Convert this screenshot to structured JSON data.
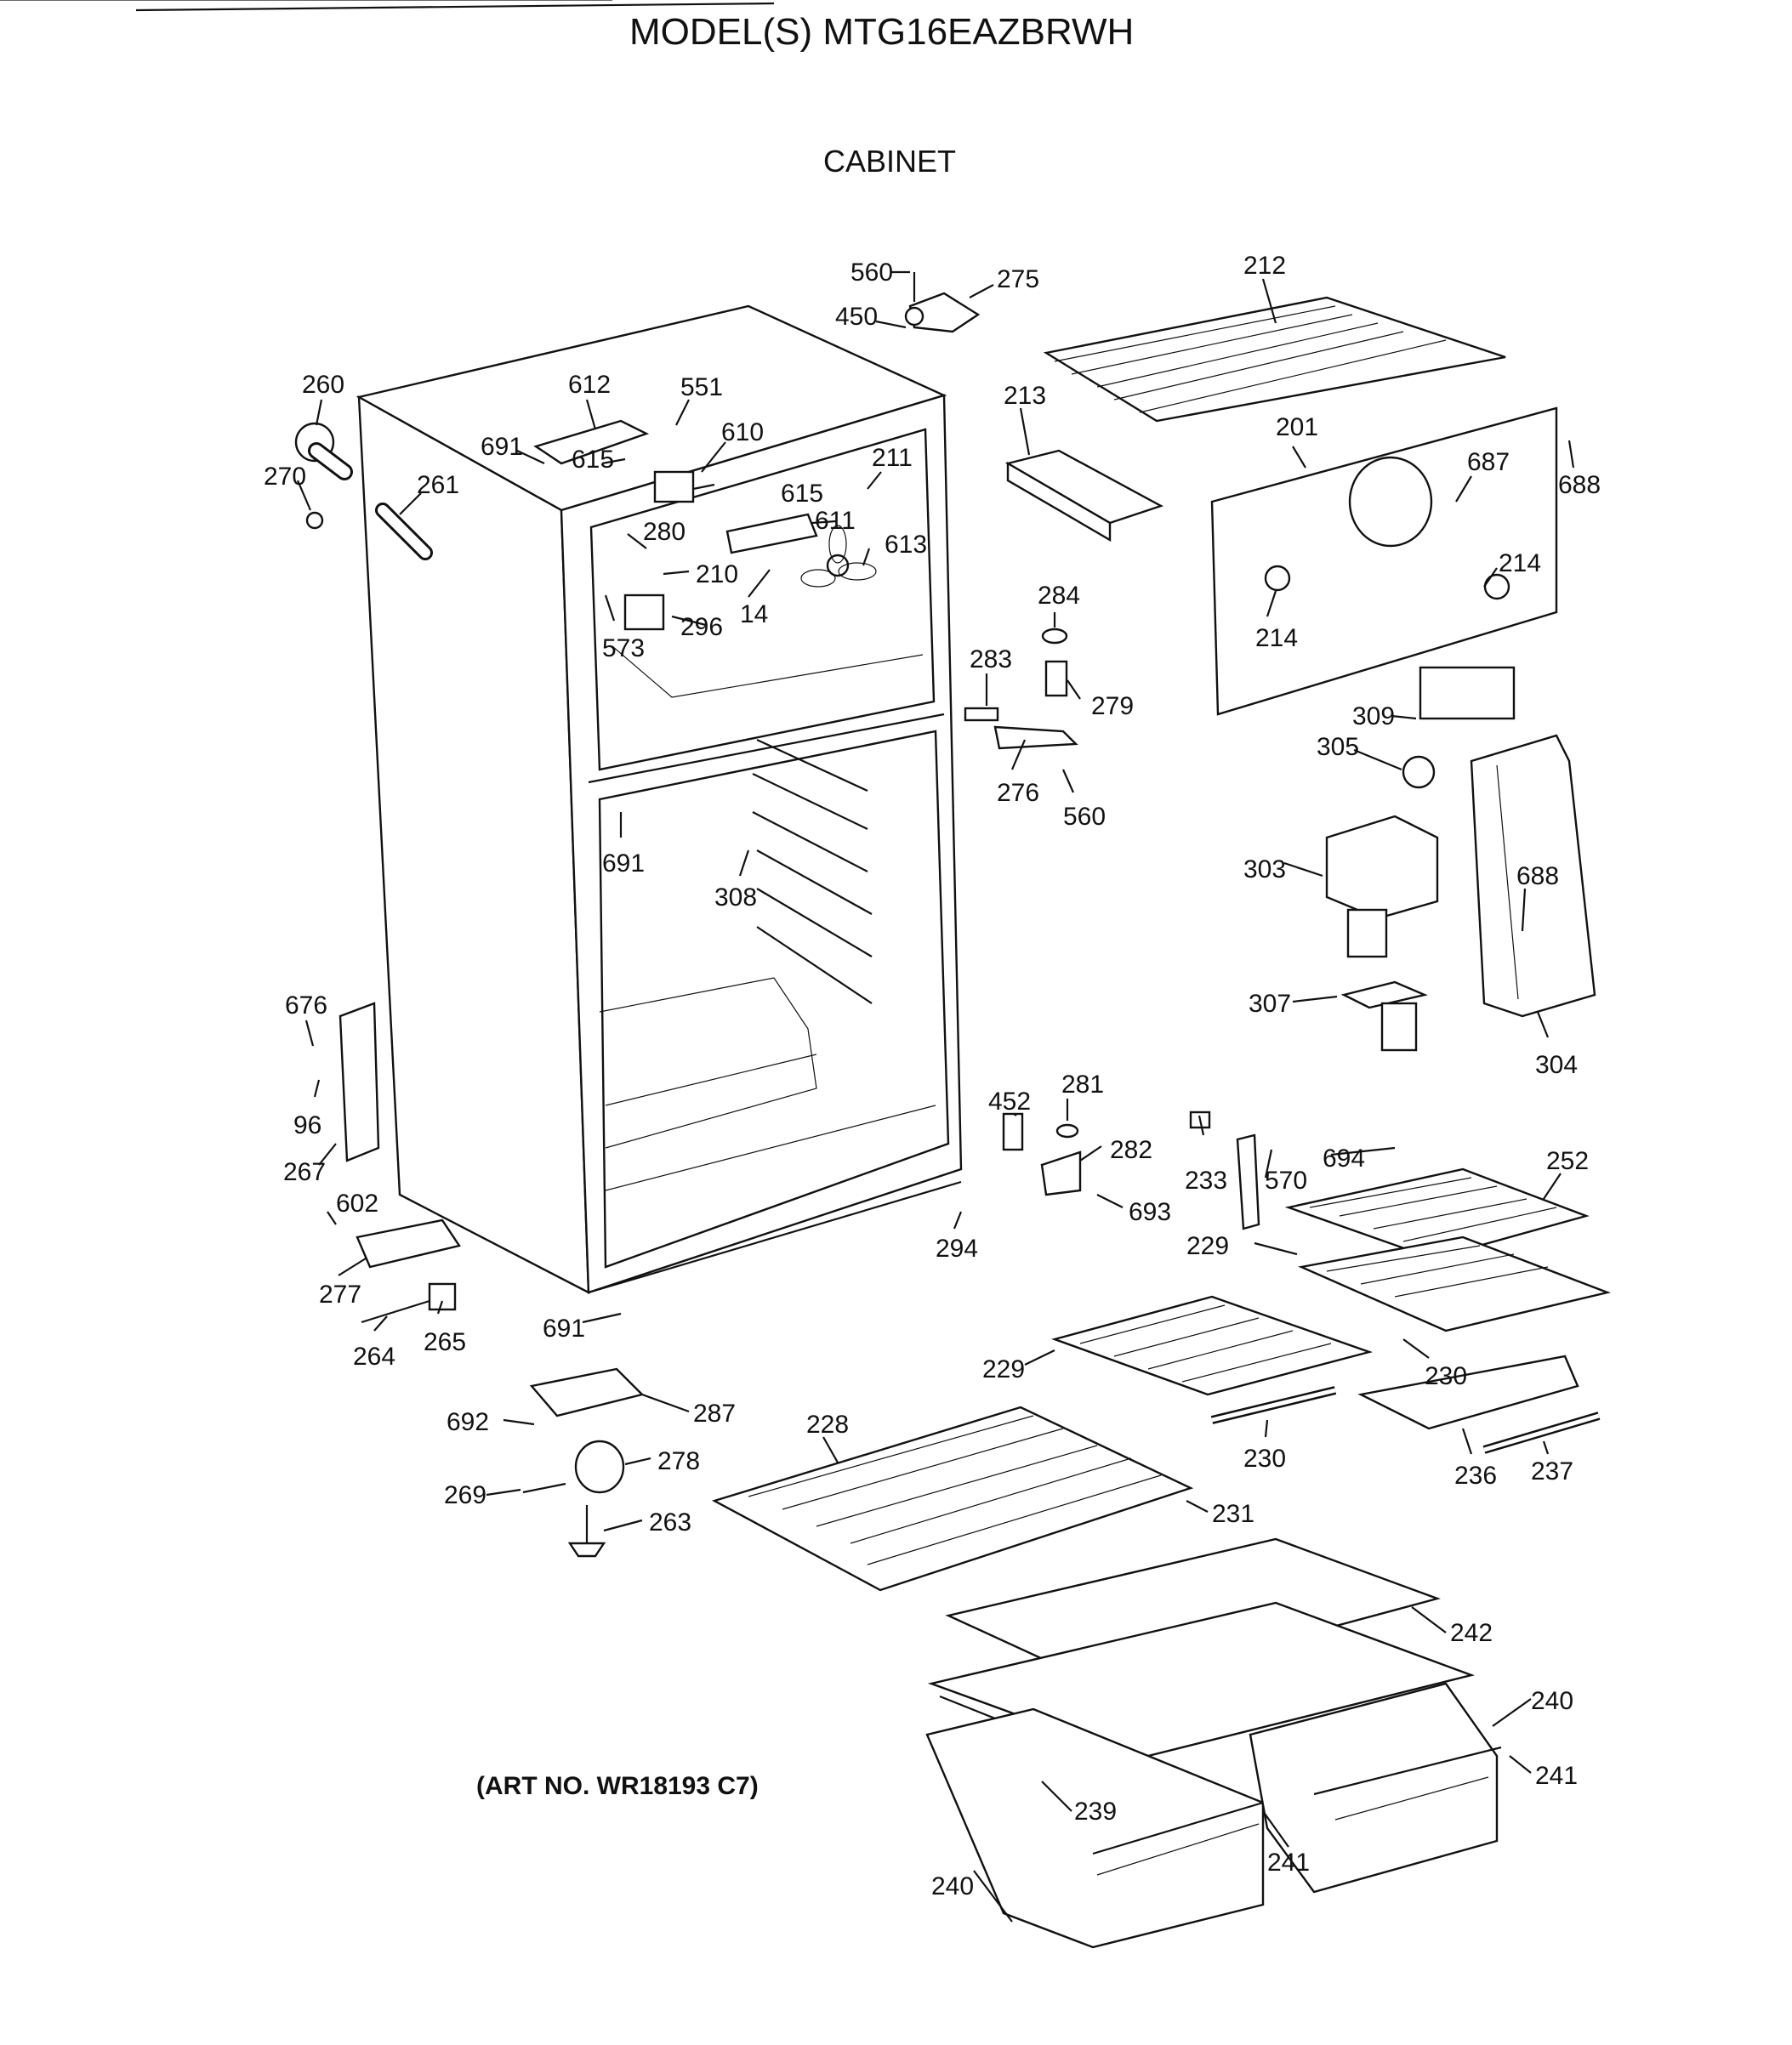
{
  "title": "MODEL(S) MTG16EAZBRWH",
  "subtitle": "CABINET",
  "art_no": "(ART NO. WR18193 C7)",
  "labels": {
    "l560a": "560",
    "l275": "275",
    "l450": "450",
    "l212": "212",
    "l260": "260",
    "l612": "612",
    "l551": "551",
    "l610": "610",
    "l691a": "691",
    "l615a": "615",
    "l615b": "615",
    "l270": "270",
    "l261": "261",
    "l211": "211",
    "l213": "213",
    "l201": "201",
    "l687": "687",
    "l688a": "688",
    "l611": "611",
    "l280": "280",
    "l613": "613",
    "l210": "210",
    "l14": "14",
    "l296": "296",
    "l573": "573",
    "l214a": "214",
    "l214b": "214",
    "l284": "284",
    "l283": "283",
    "l279": "279",
    "l276": "276",
    "l560b": "560",
    "l309": "309",
    "l305": "305",
    "l691b": "691",
    "l308": "308",
    "l303": "303",
    "l688b": "688",
    "l307": "307",
    "l304": "304",
    "l676": "676",
    "l96": "96",
    "l267": "267",
    "l452": "452",
    "l281": "281",
    "l282": "282",
    "l233": "233",
    "l570": "570",
    "l694": "694",
    "l252": "252",
    "l602": "602",
    "l693": "693",
    "l294": "294",
    "l229a": "229",
    "l277": "277",
    "l265": "265",
    "l264": "264",
    "l691c": "691",
    "l229b": "229",
    "l230a": "230",
    "l692": "692",
    "l287": "287",
    "l228": "228",
    "l230b": "230",
    "l236": "236",
    "l237": "237",
    "l278": "278",
    "l269": "269",
    "l263": "263",
    "l231": "231",
    "l242": "242",
    "l240a": "240",
    "l241a": "241",
    "l239": "239",
    "l241b": "241",
    "l240b": "240"
  }
}
